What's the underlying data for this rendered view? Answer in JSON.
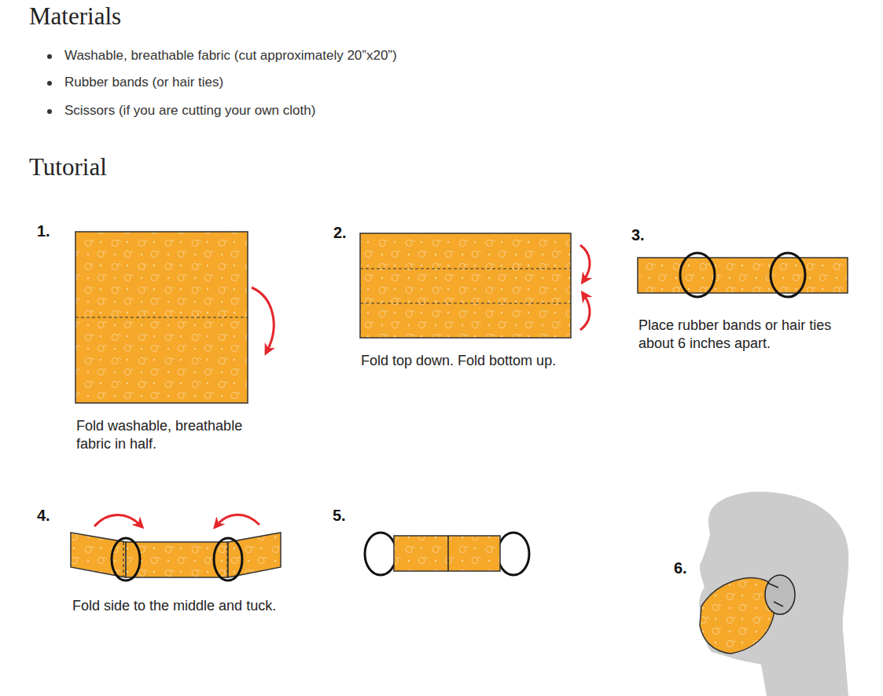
{
  "diagram": {
    "labels": [
      "Materials",
      "Washable, breathable fabric (cut approximately 20”x20”)",
      "Rubber bands (or hair ties)",
      "Scissors (if you are cutting your own cloth)",
      "Tutorial",
      "1.",
      "Fold washable, breathable fabric in half.",
      "2.",
      "Fold top down. Fold bottom up.",
      "3.",
      "Place rubber bands or hair ties about 6 inches apart.",
      "4.",
      "Fold side to the middle and tuck.",
      "5.",
      "6."
    ]
  }
}
